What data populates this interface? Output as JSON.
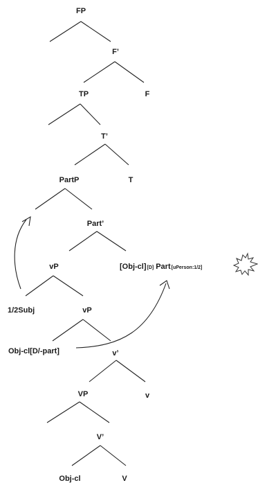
{
  "diagram": {
    "nodes": {
      "fp": "FP",
      "fbar": "F’",
      "tp": "TP",
      "f": "F",
      "tbar": "T’",
      "partp": "PartP",
      "t": "T",
      "partbar": "Part’",
      "vp_small_top": "vP",
      "part_head": {
        "objcl": "[Obj-cl]",
        "objcl_feature": "[D]",
        "part": "Part",
        "part_feature": "[uPerson:1/2]"
      },
      "subj": "1/2Subj",
      "vp_small": "vP",
      "objcl_moved": "Obj-cl[D/-part]",
      "vbar_small": "v’",
      "vp_big": "VP",
      "v_small": "v",
      "vbar_big": "V’",
      "objcl_base": "Obj-cl",
      "v_big": "V"
    },
    "annotations": {
      "crash_icon": "explosion-burst-icon"
    }
  }
}
